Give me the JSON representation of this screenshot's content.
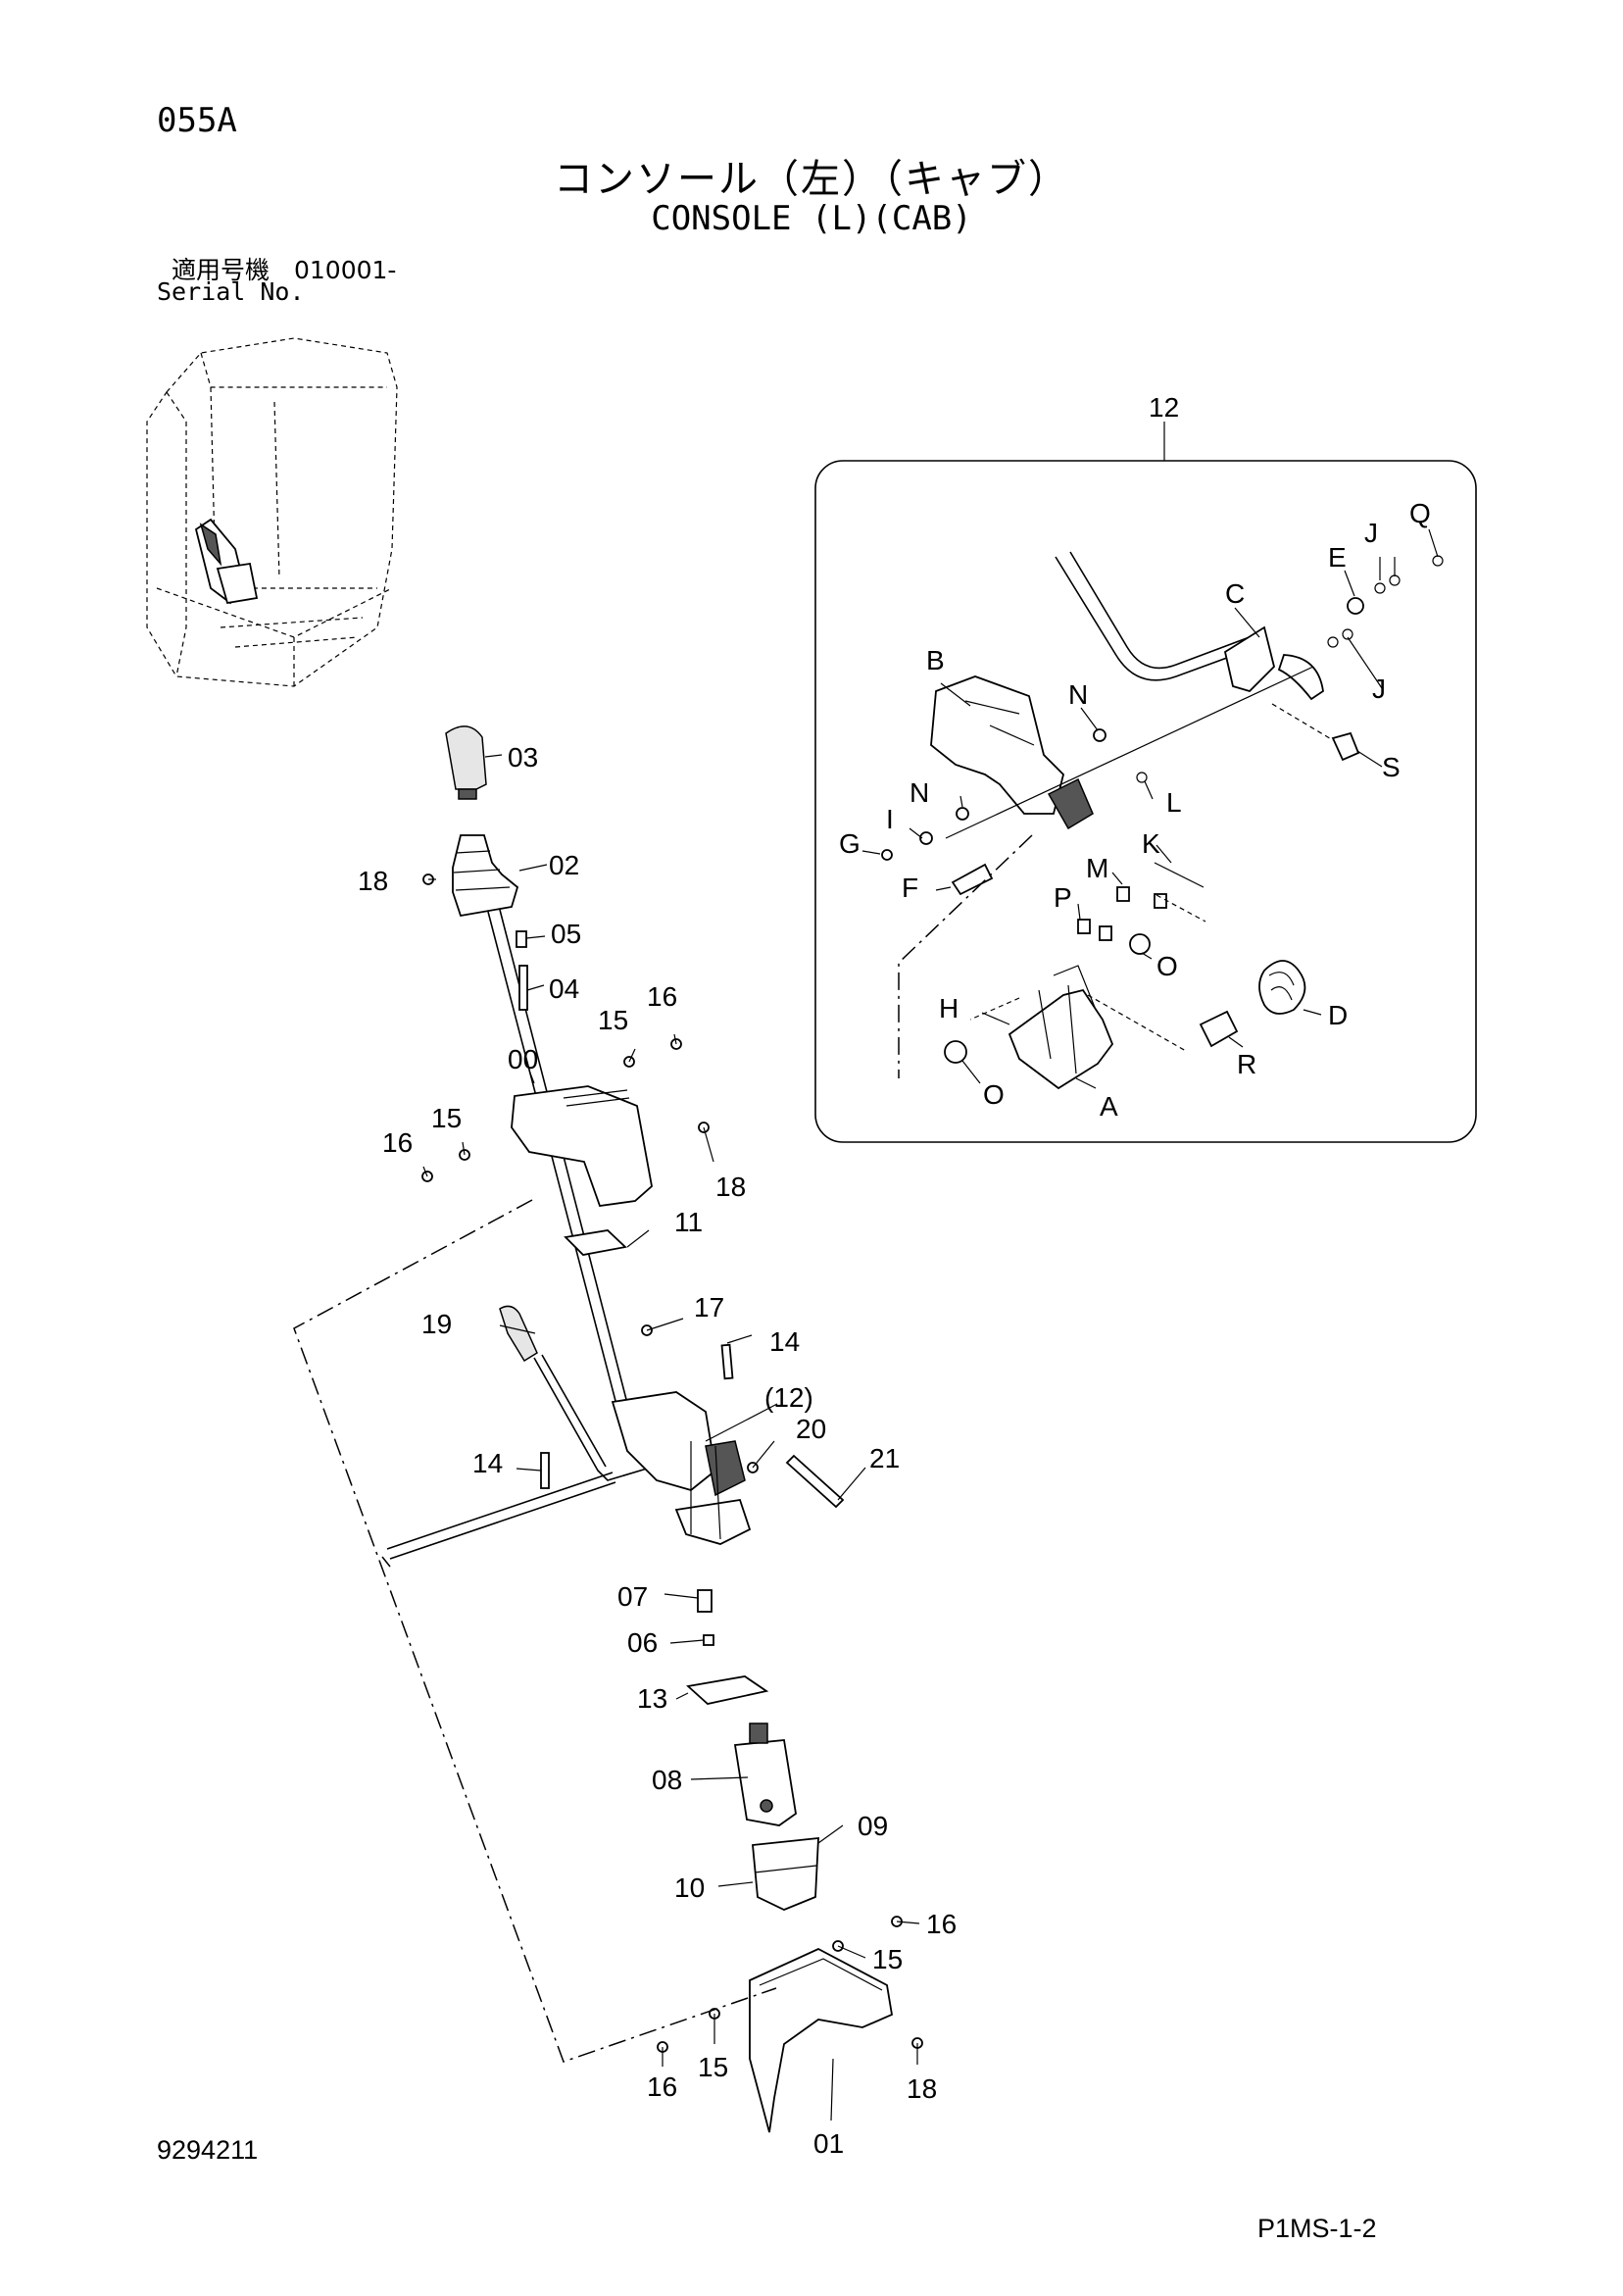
{
  "header": {
    "page_id": "055A",
    "title_jp": "コンソール（左）（キャブ）",
    "title_en": "CONSOLE (L)(CAB)",
    "serial_jp": "適用号機　010001-",
    "serial_en": "Serial No."
  },
  "footer": {
    "doc_number": "9294211",
    "page_code": "P1MS-1-2"
  },
  "callouts": {
    "main": [
      "03",
      "02",
      "18",
      "05",
      "04",
      "15",
      "16",
      "00",
      "15",
      "16",
      "18",
      "11",
      "17",
      "19",
      "14",
      "(12)",
      "20",
      "21",
      "14",
      "07",
      "06",
      "13",
      "08",
      "09",
      "10",
      "16",
      "15",
      "16",
      "15",
      "01",
      "18"
    ],
    "inset_title": "12",
    "inset": [
      "Q",
      "E",
      "J",
      "C",
      "J",
      "B",
      "N",
      "S",
      "N",
      "L",
      "I",
      "G",
      "F",
      "K",
      "M",
      "P",
      "O",
      "H",
      "D",
      "R",
      "O",
      "A"
    ]
  }
}
